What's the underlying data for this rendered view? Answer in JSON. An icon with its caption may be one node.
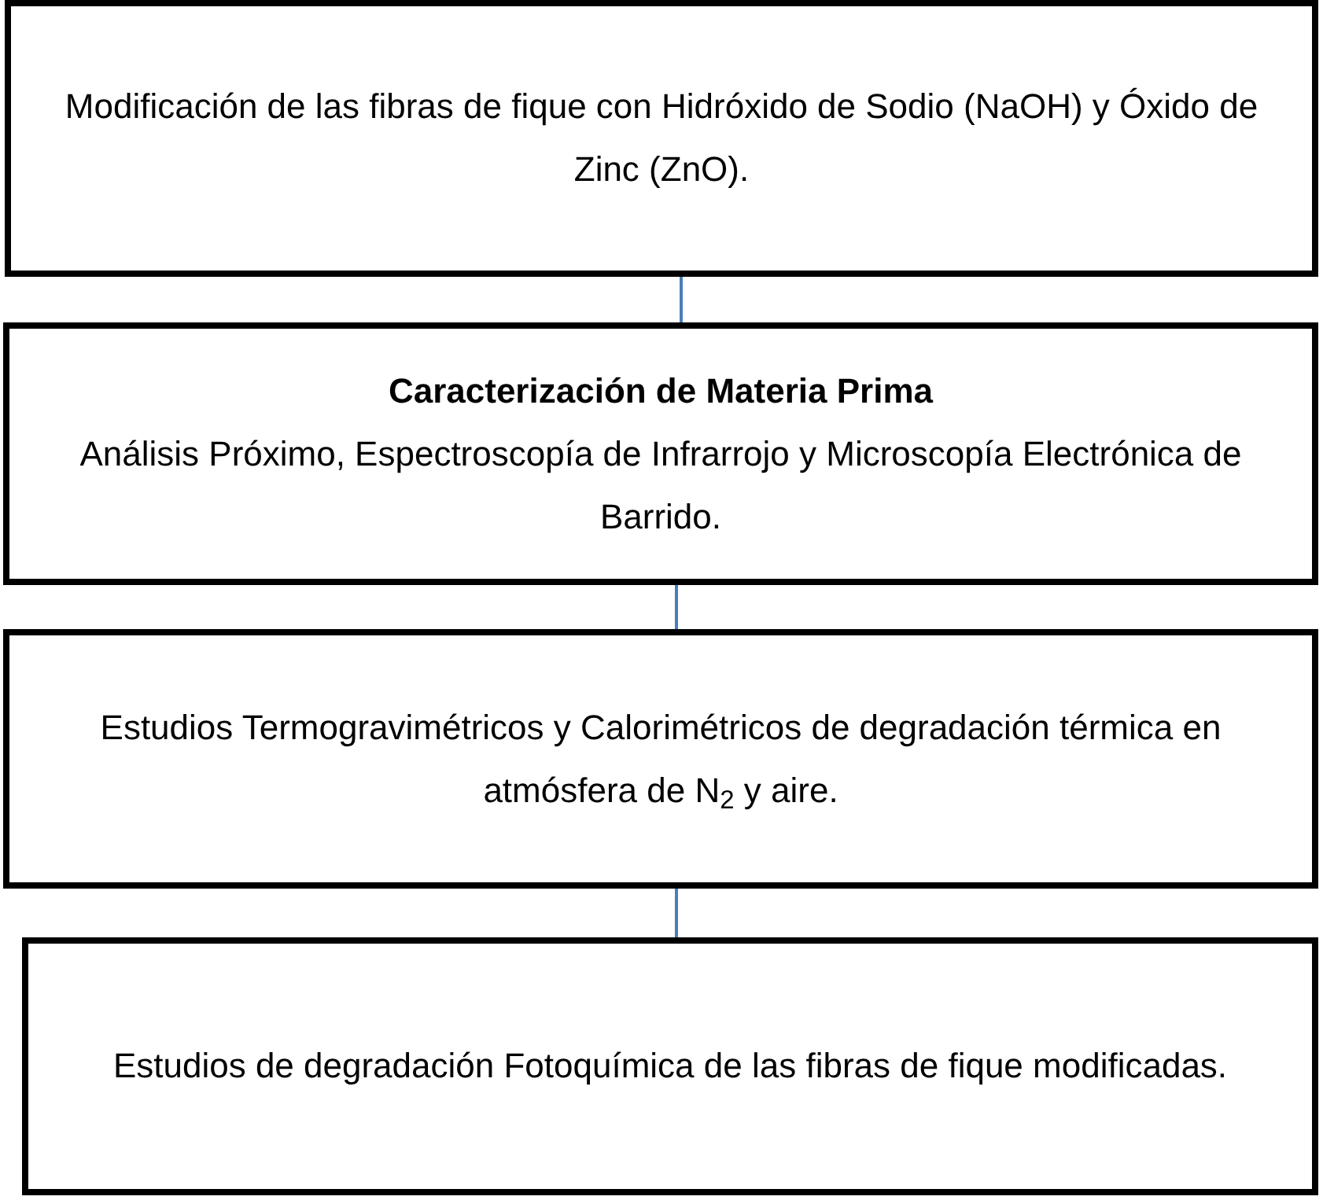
{
  "diagram": {
    "nodes": [
      {
        "text": [
          "Modificación de las fibras de fique con Hidróxido de Sodio (NaOH) y Óxido de Zinc (ZnO)."
        ]
      },
      {
        "text": [
          "Caracterización de Materia Prima",
          "Análisis Próximo, Espectroscopía de Infrarrojo y Microscopía Electrónica de Barrido."
        ]
      },
      {
        "text": [
          "Estudios Termogravimétricos y Calorimétricos de degradación térmica en atmósfera de N$_{2}$ y aire."
        ]
      },
      {
        "text": [
          "Estudios de degradación Fotoquímica de las fibras de fique modificadas."
        ]
      }
    ],
    "edges": [
      {
        "from": 0,
        "to": 1,
        "arrow": "none"
      },
      {
        "from": 1,
        "to": 2,
        "arrow": "none"
      },
      {
        "from": 2,
        "to": 3,
        "arrow": "none"
      }
    ]
  }
}
